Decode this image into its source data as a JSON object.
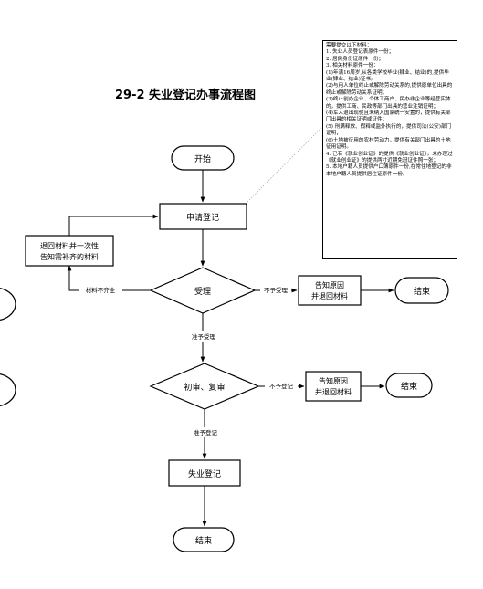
{
  "title": "29-2 失业登记办事流程图",
  "nodes": {
    "start": "开始",
    "apply": "申请登记",
    "return_line1": "退回材料并一次性",
    "return_line2": "告知需补齐的材料",
    "accept": "受理",
    "reject1_line1": "告知原因",
    "reject1_line2": "并退回材料",
    "end1": "结束",
    "review": "初审、复审",
    "reject2_line1": "告知原因",
    "reject2_line2": "并退回材料",
    "end2": "结束",
    "register": "失业登记",
    "end3": "结束"
  },
  "edges": {
    "incomplete": "材料不齐全",
    "not_accept": "不予受理",
    "accept_ok": "准予受理",
    "not_register": "不予登记",
    "register_ok": "准予登记"
  },
  "note": {
    "lines": [
      "需要提交以下材料：",
      "1. 失业人员登记表原件一份；",
      "2. 居民身份证原件一份；",
      "3. 相关材料原件一份：",
      "(1)年满16周岁,从各类学校毕业(肄业、结业)的,提供毕业(肄业、结业)证书;",
      "(2)与用人单位终止或解除劳动关系的,提供原单位出具的终止或解除劳动关系证明；",
      "(3)终止创办企业、个体工商户、民办非企业等经营实体的，提供工商、民政等部门出具的营业注销证明；",
      "(4)军人退出现役且未纳入国家统一安置的，提供有关部门出具的相关证明或证件；",
      "(5) 刑满释放、假释或监外执行的，提供司法(公安)部门证明；",
      "(6)土地被征用的农村劳动力，提供有关部门出具的土地征用证明。",
      "4. 已有《就业创业证》的提供《就业创业证》，未办理过《就业创业证》的提供两寸近期免冠证件照一张；",
      "5. 本地户籍人员提供户口簿原件一份,在常住地登记的非本地户籍人员提供居住证原件一份。"
    ]
  }
}
